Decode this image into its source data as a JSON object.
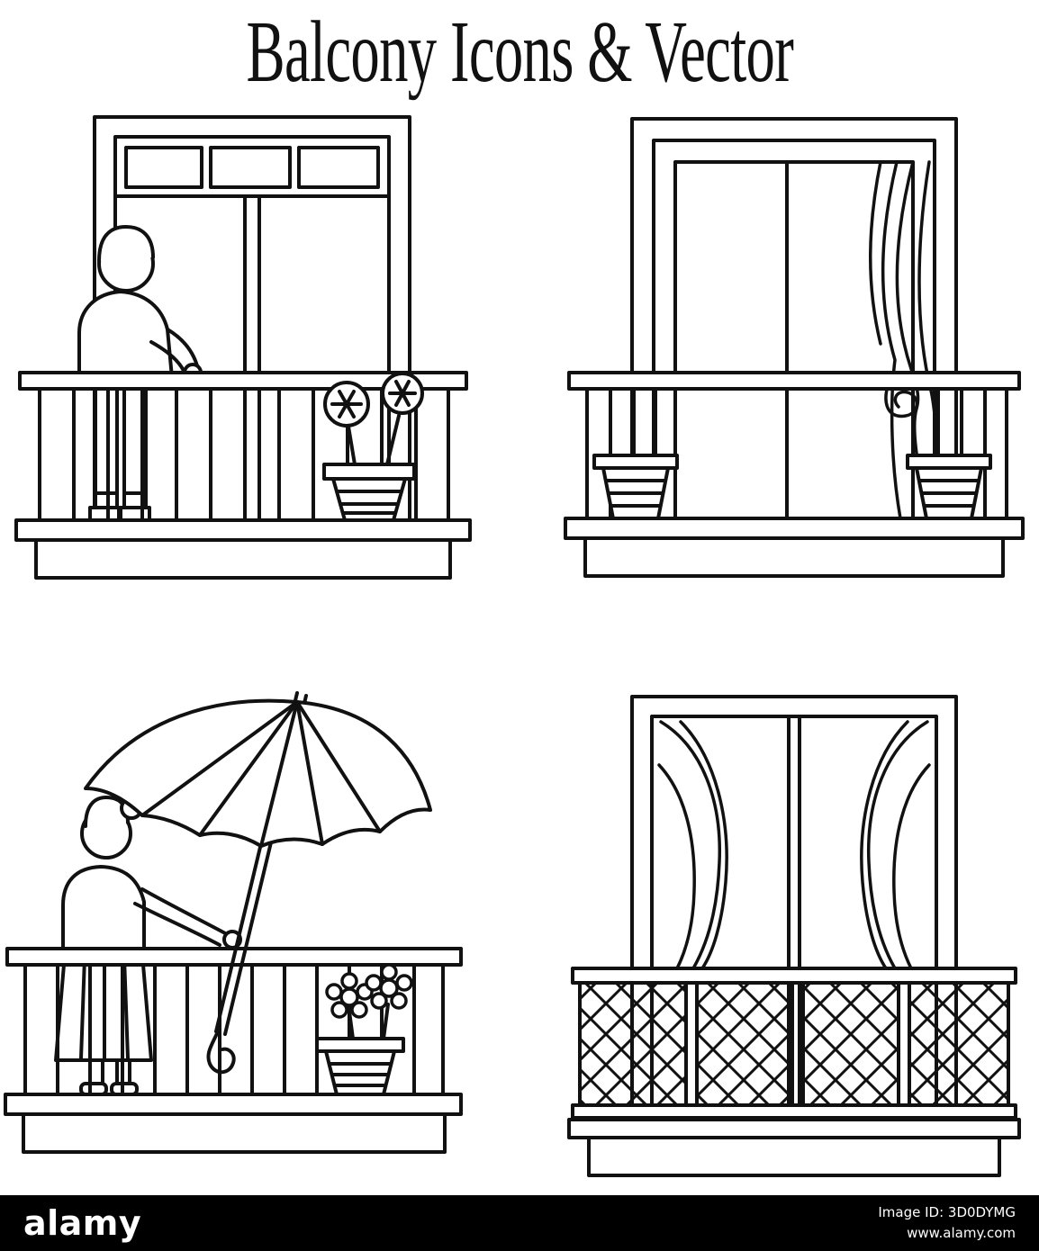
{
  "title": "Balcony Icons & Vector",
  "colors": {
    "line": "#111111",
    "background": "#ffffff",
    "footer_bg": "#000000",
    "footer_text": "#ffffff"
  },
  "icons": [
    {
      "name": "balcony-with-person-icon"
    },
    {
      "name": "balcony-with-curtain-and-pots-icon"
    },
    {
      "name": "balcony-with-umbrella-icon"
    },
    {
      "name": "balcony-with-lattice-railing-icon"
    }
  ],
  "footer": {
    "brand": "alamy",
    "image_id": "Image ID: 3D0DYMG",
    "url": "www.alamy.com"
  }
}
